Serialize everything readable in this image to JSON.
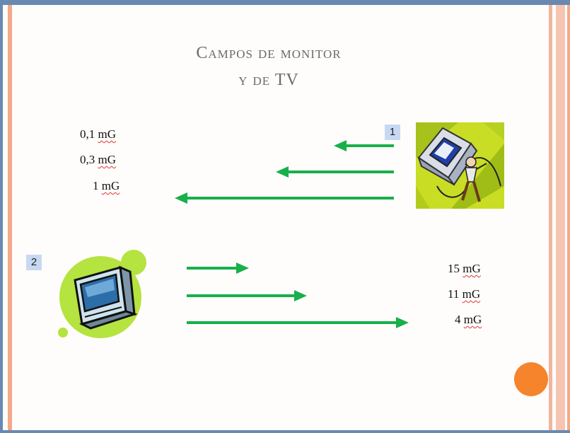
{
  "title": {
    "line1": "Campos de monitor",
    "line2": "y de TV"
  },
  "badges": {
    "monitor": "1",
    "tv": "2"
  },
  "monitor_readings": [
    "0,1",
    "0,3",
    "1"
  ],
  "tv_readings": [
    "15",
    "11",
    "4"
  ],
  "unit": "mG",
  "icons": {
    "monitor_clipart": "computer-monitor-icon",
    "tv_clipart": "television-icon"
  },
  "colors": {
    "arrow": "#18b04a",
    "accent_dot": "#f5842c",
    "badge": "#c7d9f2"
  }
}
